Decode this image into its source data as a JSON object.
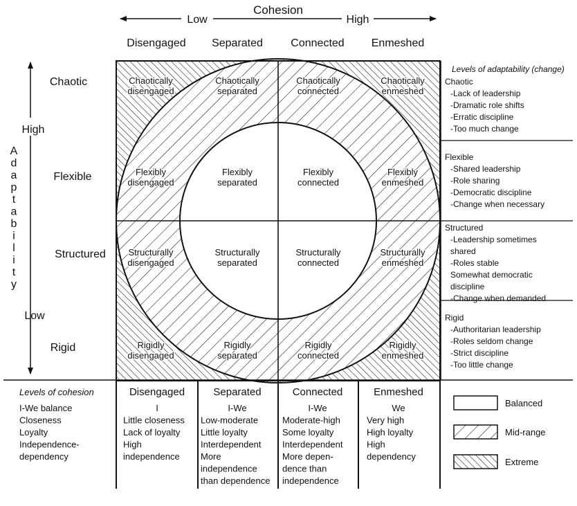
{
  "header": {
    "title": "Cohesion",
    "low": "Low",
    "high": "High",
    "columns": [
      "Disengaged",
      "Separated",
      "Connected",
      "Enmeshed"
    ]
  },
  "side": {
    "axis_letters": [
      "A",
      "d",
      "a",
      "p",
      "t",
      "a",
      "b",
      "i",
      "l",
      "i",
      "t",
      "y"
    ],
    "high": "High",
    "low": "Low",
    "rows": [
      "Chaotic",
      "Flexible",
      "Structured",
      "Rigid"
    ]
  },
  "cells": [
    [
      "Chaotically|disengaged",
      "Chaotically|separated",
      "Chaotically|connected",
      "Chaotically|enmeshed"
    ],
    [
      "Flexibly|disengaged",
      "Flexibly|separated",
      "Flexibly|connected",
      "Flexibly|enmeshed"
    ],
    [
      "Structurally|disengaged",
      "Structurally|separated",
      "Structurally|connected",
      "Structurally|enmeshed"
    ],
    [
      "Rigidly|disengaged",
      "Rigidly|separated",
      "Rigidly|connected",
      "Rigidly|enmeshed"
    ]
  ],
  "adaptability": {
    "heading": "Levels of adaptability (change)",
    "blocks": [
      {
        "title": "Chaotic",
        "items": [
          "-Lack of leadership",
          "-Dramatic role shifts",
          "-Erratic discipline",
          "-Too much change"
        ]
      },
      {
        "title": "Flexible",
        "items": [
          "-Shared leadership",
          "-Role sharing",
          "-Democratic discipline",
          "-Change when necessary"
        ]
      },
      {
        "title": "Structured",
        "items": [
          "-Leadership sometimes",
          " shared",
          "-Roles stable",
          " Somewhat democratic",
          " discipline",
          "-Change when demanded"
        ]
      },
      {
        "title": "Rigid",
        "items": [
          "-Authoritarian leadership",
          "-Roles seldom change",
          "-Strict discipline",
          "-Too little change"
        ]
      }
    ]
  },
  "cohesion_levels": {
    "heading": "Levels of cohesion",
    "labels": [
      "I-We balance",
      "Closeness",
      "Loyalty",
      "Independence-",
      "    dependency"
    ],
    "columns": [
      {
        "title": "Disengaged",
        "lines": [
          "I",
          "Little closeness",
          "Lack of loyalty",
          "High",
          "  independence"
        ]
      },
      {
        "title": "Separated",
        "lines": [
          "I-We",
          "Low-moderate",
          "Little loyalty",
          "Interdependent",
          "More",
          " independence",
          "than dependence"
        ]
      },
      {
        "title": "Connected",
        "lines": [
          "I-We",
          "Moderate-high",
          "Some loyalty",
          "Interdependent",
          "More depen-",
          " dence than",
          "  independence"
        ]
      },
      {
        "title": "Enmeshed",
        "lines": [
          "We",
          "Very high",
          "High loyalty",
          "High",
          "  dependency"
        ]
      }
    ]
  },
  "legend": [
    {
      "label": "Balanced",
      "pattern": "none"
    },
    {
      "label": "Mid-range",
      "pattern": "sparse-hatch"
    },
    {
      "label": "Extreme",
      "pattern": "dense-hatch"
    }
  ]
}
